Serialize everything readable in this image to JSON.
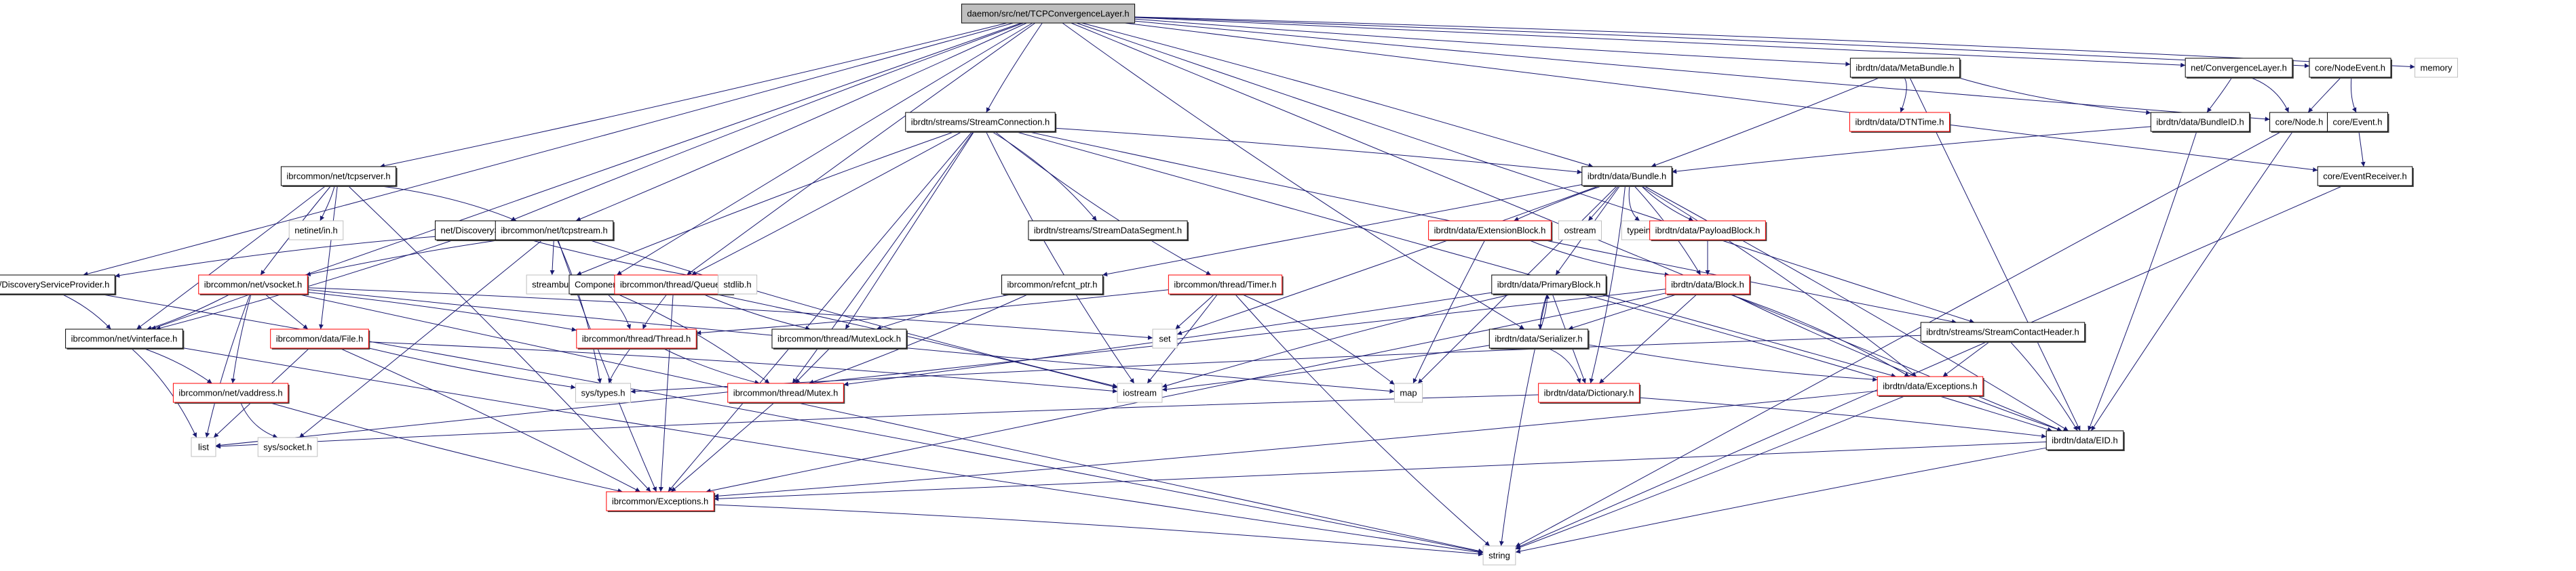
{
  "title": "daemon/src/net/TCPConvergenceLayer.h",
  "colors": {
    "edge": "#191970",
    "node_border_default": "#000000",
    "node_border_truncated": "#ff0000",
    "node_border_external": "#bfbfbf",
    "root_fill": "#bfbfbf"
  },
  "nodes": [
    {
      "id": "root",
      "label": "daemon/src/net/TCPConvergenceLayer.h",
      "kind": "root"
    },
    {
      "id": "StreamConnection",
      "label": "ibrdtn/streams/StreamConnection.h",
      "kind": "default"
    },
    {
      "id": "MetaBundle",
      "label": "ibrdtn/data/MetaBundle.h",
      "kind": "default"
    },
    {
      "id": "ConvergenceLayer",
      "label": "net/ConvergenceLayer.h",
      "kind": "default"
    },
    {
      "id": "NodeEvent",
      "label": "core/NodeEvent.h",
      "kind": "default"
    },
    {
      "id": "memory",
      "label": "memory",
      "kind": "external"
    },
    {
      "id": "tcpserver",
      "label": "ibrcommon/net/tcpserver.h",
      "kind": "default"
    },
    {
      "id": "DTNTime",
      "label": "ibrdtn/data/DTNTime.h",
      "kind": "truncated"
    },
    {
      "id": "BundleID",
      "label": "ibrdtn/data/BundleID.h",
      "kind": "default"
    },
    {
      "id": "Node",
      "label": "core/Node.h",
      "kind": "default"
    },
    {
      "id": "Event",
      "label": "core/Event.h",
      "kind": "default"
    },
    {
      "id": "Bundle",
      "label": "ibrdtn/data/Bundle.h",
      "kind": "default"
    },
    {
      "id": "netinet",
      "label": "netinet/in.h",
      "kind": "external"
    },
    {
      "id": "DiscoveryService",
      "label": "net/DiscoveryService.h",
      "kind": "default"
    },
    {
      "id": "tcpstream",
      "label": "ibrcommon/net/tcpstream.h",
      "kind": "default"
    },
    {
      "id": "StreamDataSegment",
      "label": "ibrdtn/streams/StreamDataSegment.h",
      "kind": "default"
    },
    {
      "id": "ExtensionBlock",
      "label": "ibrdtn/data/ExtensionBlock.h",
      "kind": "truncated"
    },
    {
      "id": "ostream",
      "label": "ostream",
      "kind": "external"
    },
    {
      "id": "typeinfo",
      "label": "typeinfo",
      "kind": "external"
    },
    {
      "id": "PayloadBlock",
      "label": "ibrdtn/data/PayloadBlock.h",
      "kind": "truncated"
    },
    {
      "id": "EventReceiver",
      "label": "core/EventReceiver.h",
      "kind": "default"
    },
    {
      "id": "DiscoveryServiceProvider",
      "label": "net/DiscoveryServiceProvider.h",
      "kind": "default"
    },
    {
      "id": "vsocket",
      "label": "ibrcommon/net/vsocket.h",
      "kind": "truncated"
    },
    {
      "id": "streambuf",
      "label": "streambuf",
      "kind": "external"
    },
    {
      "id": "Component",
      "label": "Component.h",
      "kind": "default"
    },
    {
      "id": "Queue",
      "label": "ibrcommon/thread/Queue.h",
      "kind": "truncated"
    },
    {
      "id": "stdlib",
      "label": "stdlib.h",
      "kind": "external"
    },
    {
      "id": "refcnt",
      "label": "ibrcommon/refcnt_ptr.h",
      "kind": "default"
    },
    {
      "id": "Timer",
      "label": "ibrcommon/thread/Timer.h",
      "kind": "truncated"
    },
    {
      "id": "PrimaryBlock",
      "label": "ibrdtn/data/PrimaryBlock.h",
      "kind": "default"
    },
    {
      "id": "Block",
      "label": "ibrdtn/data/Block.h",
      "kind": "truncated"
    },
    {
      "id": "vinterface",
      "label": "ibrcommon/net/vinterface.h",
      "kind": "default"
    },
    {
      "id": "File",
      "label": "ibrcommon/data/File.h",
      "kind": "truncated"
    },
    {
      "id": "Thread",
      "label": "ibrcommon/thread/Thread.h",
      "kind": "truncated"
    },
    {
      "id": "MutexLock",
      "label": "ibrcommon/thread/MutexLock.h",
      "kind": "default"
    },
    {
      "id": "set",
      "label": "set",
      "kind": "external"
    },
    {
      "id": "Serializer",
      "label": "ibrdtn/data/Serializer.h",
      "kind": "default"
    },
    {
      "id": "StreamContactHeader",
      "label": "ibrdtn/streams/StreamContactHeader.h",
      "kind": "default"
    },
    {
      "id": "vaddress",
      "label": "ibrcommon/net/vaddress.h",
      "kind": "truncated"
    },
    {
      "id": "systypes",
      "label": "sys/types.h",
      "kind": "external"
    },
    {
      "id": "Mutex",
      "label": "ibrcommon/thread/Mutex.h",
      "kind": "truncated"
    },
    {
      "id": "iostream",
      "label": "iostream",
      "kind": "external"
    },
    {
      "id": "map",
      "label": "map",
      "kind": "external"
    },
    {
      "id": "Dictionary",
      "label": "ibrdtn/data/Dictionary.h",
      "kind": "truncated"
    },
    {
      "id": "DataExceptions",
      "label": "ibrdtn/data/Exceptions.h",
      "kind": "truncated"
    },
    {
      "id": "list",
      "label": "list",
      "kind": "external"
    },
    {
      "id": "EID",
      "label": "ibrdtn/data/EID.h",
      "kind": "default"
    },
    {
      "id": "syssocket",
      "label": "sys/socket.h",
      "kind": "external"
    },
    {
      "id": "CommonExceptions",
      "label": "ibrcommon/Exceptions.h",
      "kind": "truncated"
    },
    {
      "id": "string",
      "label": "string",
      "kind": "external"
    }
  ],
  "edges": [
    [
      "root",
      "StreamConnection"
    ],
    [
      "root",
      "MetaBundle"
    ],
    [
      "root",
      "ConvergenceLayer"
    ],
    [
      "root",
      "NodeEvent"
    ],
    [
      "root",
      "memory"
    ],
    [
      "root",
      "tcpserver"
    ],
    [
      "root",
      "Node"
    ],
    [
      "root",
      "EventReceiver"
    ],
    [
      "root",
      "Bundle"
    ],
    [
      "root",
      "DiscoveryService"
    ],
    [
      "root",
      "tcpstream"
    ],
    [
      "root",
      "DiscoveryServiceProvider"
    ],
    [
      "root",
      "vinterface"
    ],
    [
      "root",
      "Component"
    ],
    [
      "root",
      "Queue"
    ],
    [
      "root",
      "Serializer"
    ],
    [
      "root",
      "StreamContactHeader"
    ],
    [
      "root",
      "EID"
    ],
    [
      "StreamConnection",
      "Bundle"
    ],
    [
      "StreamConnection",
      "StreamDataSegment"
    ],
    [
      "StreamConnection",
      "Timer"
    ],
    [
      "StreamConnection",
      "Queue"
    ],
    [
      "StreamConnection",
      "MutexLock"
    ],
    [
      "StreamConnection",
      "Mutex"
    ],
    [
      "StreamConnection",
      "streambuf"
    ],
    [
      "StreamConnection",
      "iostream"
    ],
    [
      "StreamConnection",
      "StreamContactHeader"
    ],
    [
      "StreamConnection",
      "DataExceptions"
    ],
    [
      "StreamConnection",
      "CommonExceptions"
    ],
    [
      "MetaBundle",
      "DTNTime"
    ],
    [
      "MetaBundle",
      "BundleID"
    ],
    [
      "MetaBundle",
      "Bundle"
    ],
    [
      "MetaBundle",
      "EID"
    ],
    [
      "ConvergenceLayer",
      "BundleID"
    ],
    [
      "ConvergenceLayer",
      "Node"
    ],
    [
      "NodeEvent",
      "Node"
    ],
    [
      "NodeEvent",
      "Event"
    ],
    [
      "Event",
      "EventReceiver"
    ],
    [
      "BundleID",
      "Bundle"
    ],
    [
      "BundleID",
      "EID"
    ],
    [
      "Node",
      "EID"
    ],
    [
      "Node",
      "string"
    ],
    [
      "EventReceiver",
      "string"
    ],
    [
      "tcpserver",
      "netinet"
    ],
    [
      "tcpserver",
      "tcpstream"
    ],
    [
      "tcpserver",
      "vsocket"
    ],
    [
      "tcpserver",
      "vinterface"
    ],
    [
      "tcpserver",
      "File"
    ],
    [
      "tcpserver",
      "CommonExceptions"
    ],
    [
      "DiscoveryService",
      "DiscoveryServiceProvider"
    ],
    [
      "DiscoveryService",
      "vinterface"
    ],
    [
      "DiscoveryService",
      "stdlib"
    ],
    [
      "tcpstream",
      "streambuf"
    ],
    [
      "tcpstream",
      "vsocket"
    ],
    [
      "tcpstream",
      "systypes"
    ],
    [
      "tcpstream",
      "iostream"
    ],
    [
      "tcpstream",
      "CommonExceptions"
    ],
    [
      "tcpstream",
      "syssocket"
    ],
    [
      "Bundle",
      "ExtensionBlock"
    ],
    [
      "Bundle",
      "ostream"
    ],
    [
      "Bundle",
      "typeinfo"
    ],
    [
      "Bundle",
      "PayloadBlock"
    ],
    [
      "Bundle",
      "PrimaryBlock"
    ],
    [
      "Bundle",
      "Block"
    ],
    [
      "Bundle",
      "Dictionary"
    ],
    [
      "Bundle",
      "map"
    ],
    [
      "Bundle",
      "set"
    ],
    [
      "Bundle",
      "refcnt"
    ],
    [
      "Bundle",
      "EID"
    ],
    [
      "Bundle",
      "DataExceptions"
    ],
    [
      "ExtensionBlock",
      "Block"
    ],
    [
      "ExtensionBlock",
      "map"
    ],
    [
      "PayloadBlock",
      "Block"
    ],
    [
      "DiscoveryServiceProvider",
      "vinterface"
    ],
    [
      "DiscoveryServiceProvider",
      "string"
    ],
    [
      "vsocket",
      "vinterface"
    ],
    [
      "vsocket",
      "vaddress"
    ],
    [
      "vsocket",
      "File"
    ],
    [
      "vsocket",
      "Thread"
    ],
    [
      "vsocket",
      "set"
    ],
    [
      "vsocket",
      "list"
    ],
    [
      "vsocket",
      "map"
    ],
    [
      "vsocket",
      "string"
    ],
    [
      "Component",
      "Thread"
    ],
    [
      "Component",
      "Mutex"
    ],
    [
      "Queue",
      "Thread"
    ],
    [
      "Queue",
      "MutexLock"
    ],
    [
      "Queue",
      "CommonExceptions"
    ],
    [
      "Queue",
      "iostream"
    ],
    [
      "refcnt",
      "MutexLock"
    ],
    [
      "refcnt",
      "Mutex"
    ],
    [
      "Timer",
      "Thread"
    ],
    [
      "Timer",
      "set"
    ],
    [
      "Timer",
      "iostream"
    ],
    [
      "Timer",
      "map"
    ],
    [
      "Timer",
      "string"
    ],
    [
      "PrimaryBlock",
      "Serializer"
    ],
    [
      "PrimaryBlock",
      "Dictionary"
    ],
    [
      "PrimaryBlock",
      "EID"
    ],
    [
      "PrimaryBlock",
      "iostream"
    ],
    [
      "PrimaryBlock",
      "string"
    ],
    [
      "PrimaryBlock",
      "Mutex"
    ],
    [
      "Block",
      "Serializer"
    ],
    [
      "Block",
      "Dictionary"
    ],
    [
      "Block",
      "DataExceptions"
    ],
    [
      "Block",
      "EID"
    ],
    [
      "Block",
      "list"
    ],
    [
      "Block",
      "CommonExceptions"
    ],
    [
      "vinterface",
      "vaddress"
    ],
    [
      "vinterface",
      "list"
    ],
    [
      "vinterface",
      "string"
    ],
    [
      "File",
      "systypes"
    ],
    [
      "File",
      "list"
    ],
    [
      "File",
      "CommonExceptions"
    ],
    [
      "File",
      "iostream"
    ],
    [
      "Thread",
      "systypes"
    ],
    [
      "Thread",
      "Mutex"
    ],
    [
      "MutexLock",
      "Mutex"
    ],
    [
      "Serializer",
      "PrimaryBlock"
    ],
    [
      "Serializer",
      "Dictionary"
    ],
    [
      "Serializer",
      "DataExceptions"
    ],
    [
      "Serializer",
      "iostream"
    ],
    [
      "StreamContactHeader",
      "DataExceptions"
    ],
    [
      "StreamContactHeader",
      "EID"
    ],
    [
      "StreamContactHeader",
      "systypes"
    ],
    [
      "vaddress",
      "syssocket"
    ],
    [
      "vaddress",
      "CommonExceptions"
    ],
    [
      "Mutex",
      "CommonExceptions"
    ],
    [
      "Dictionary",
      "EID"
    ],
    [
      "Dictionary",
      "list"
    ],
    [
      "DataExceptions",
      "CommonExceptions"
    ],
    [
      "DataExceptions",
      "string"
    ],
    [
      "EID",
      "CommonExceptions"
    ],
    [
      "EID",
      "string"
    ],
    [
      "CommonExceptions",
      "string"
    ]
  ]
}
